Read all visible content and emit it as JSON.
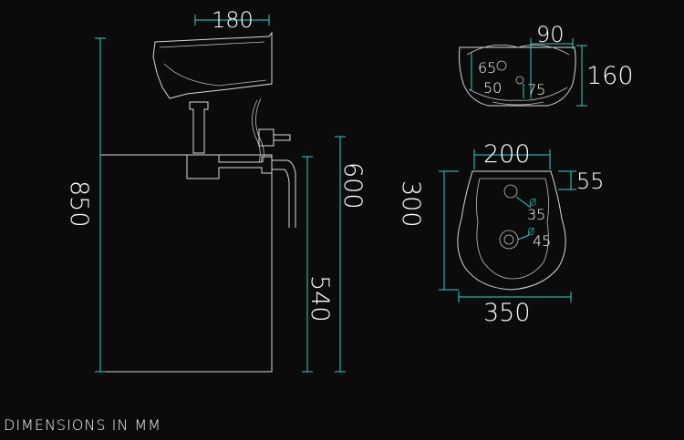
{
  "caption": "DIMENSIONS IN MM",
  "side_view": {
    "width_top": "180",
    "total_height": "850",
    "outlet_height": "600",
    "pedestal_height": "540"
  },
  "front_view": {
    "depth_back": "90",
    "height": "160",
    "offset_a": "65",
    "offset_b": "50",
    "offset_c": "75"
  },
  "top_view": {
    "inner_width": "200",
    "back_margin": "55",
    "depth": "300",
    "width": "350",
    "tap_hole_symbol": "ø",
    "tap_hole": "35",
    "waste_symbol": "ø",
    "waste": "45"
  },
  "colors": {
    "dimension_line": "#2fd0c8",
    "outline": "#d8d8d8",
    "background": "#0b0b0b",
    "text": "#ffffff"
  }
}
